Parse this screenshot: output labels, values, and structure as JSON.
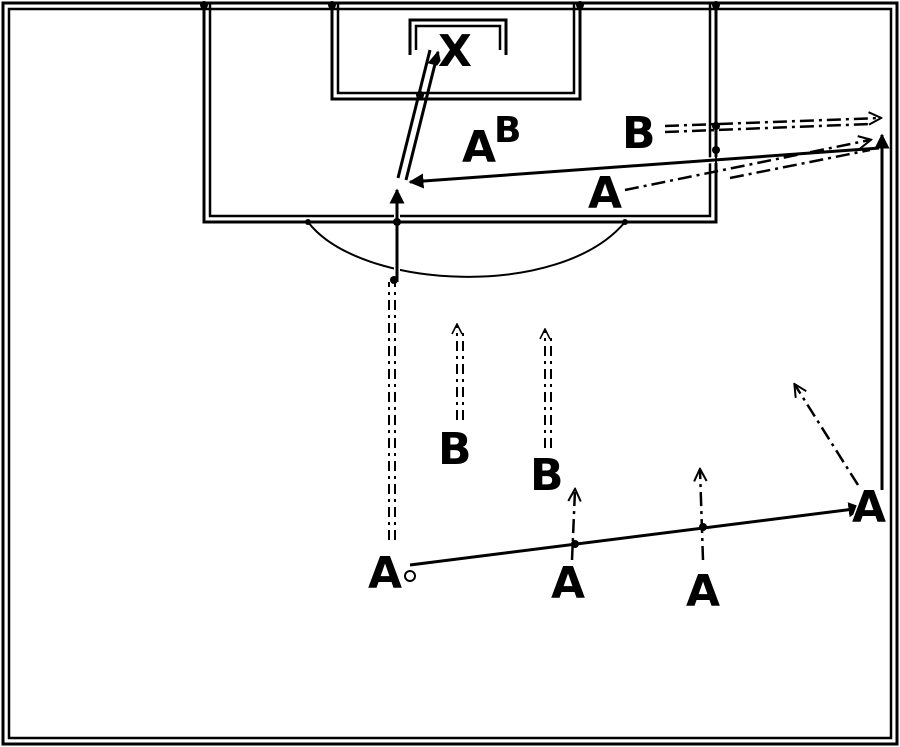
{
  "diagram": {
    "goal_marker": "X",
    "labels": {
      "a_bottom_left": "A",
      "a_bottom_middle": "A",
      "a_bottom_right": "A",
      "a_right_wing": "A",
      "a_box_center": "A",
      "a_box_right": "A",
      "b_box_center": "B",
      "b_box_right": "B",
      "b_mid_left": "B",
      "b_mid_right": "B"
    },
    "colors": {
      "lines": "#000000",
      "background": "#ffffff"
    }
  }
}
